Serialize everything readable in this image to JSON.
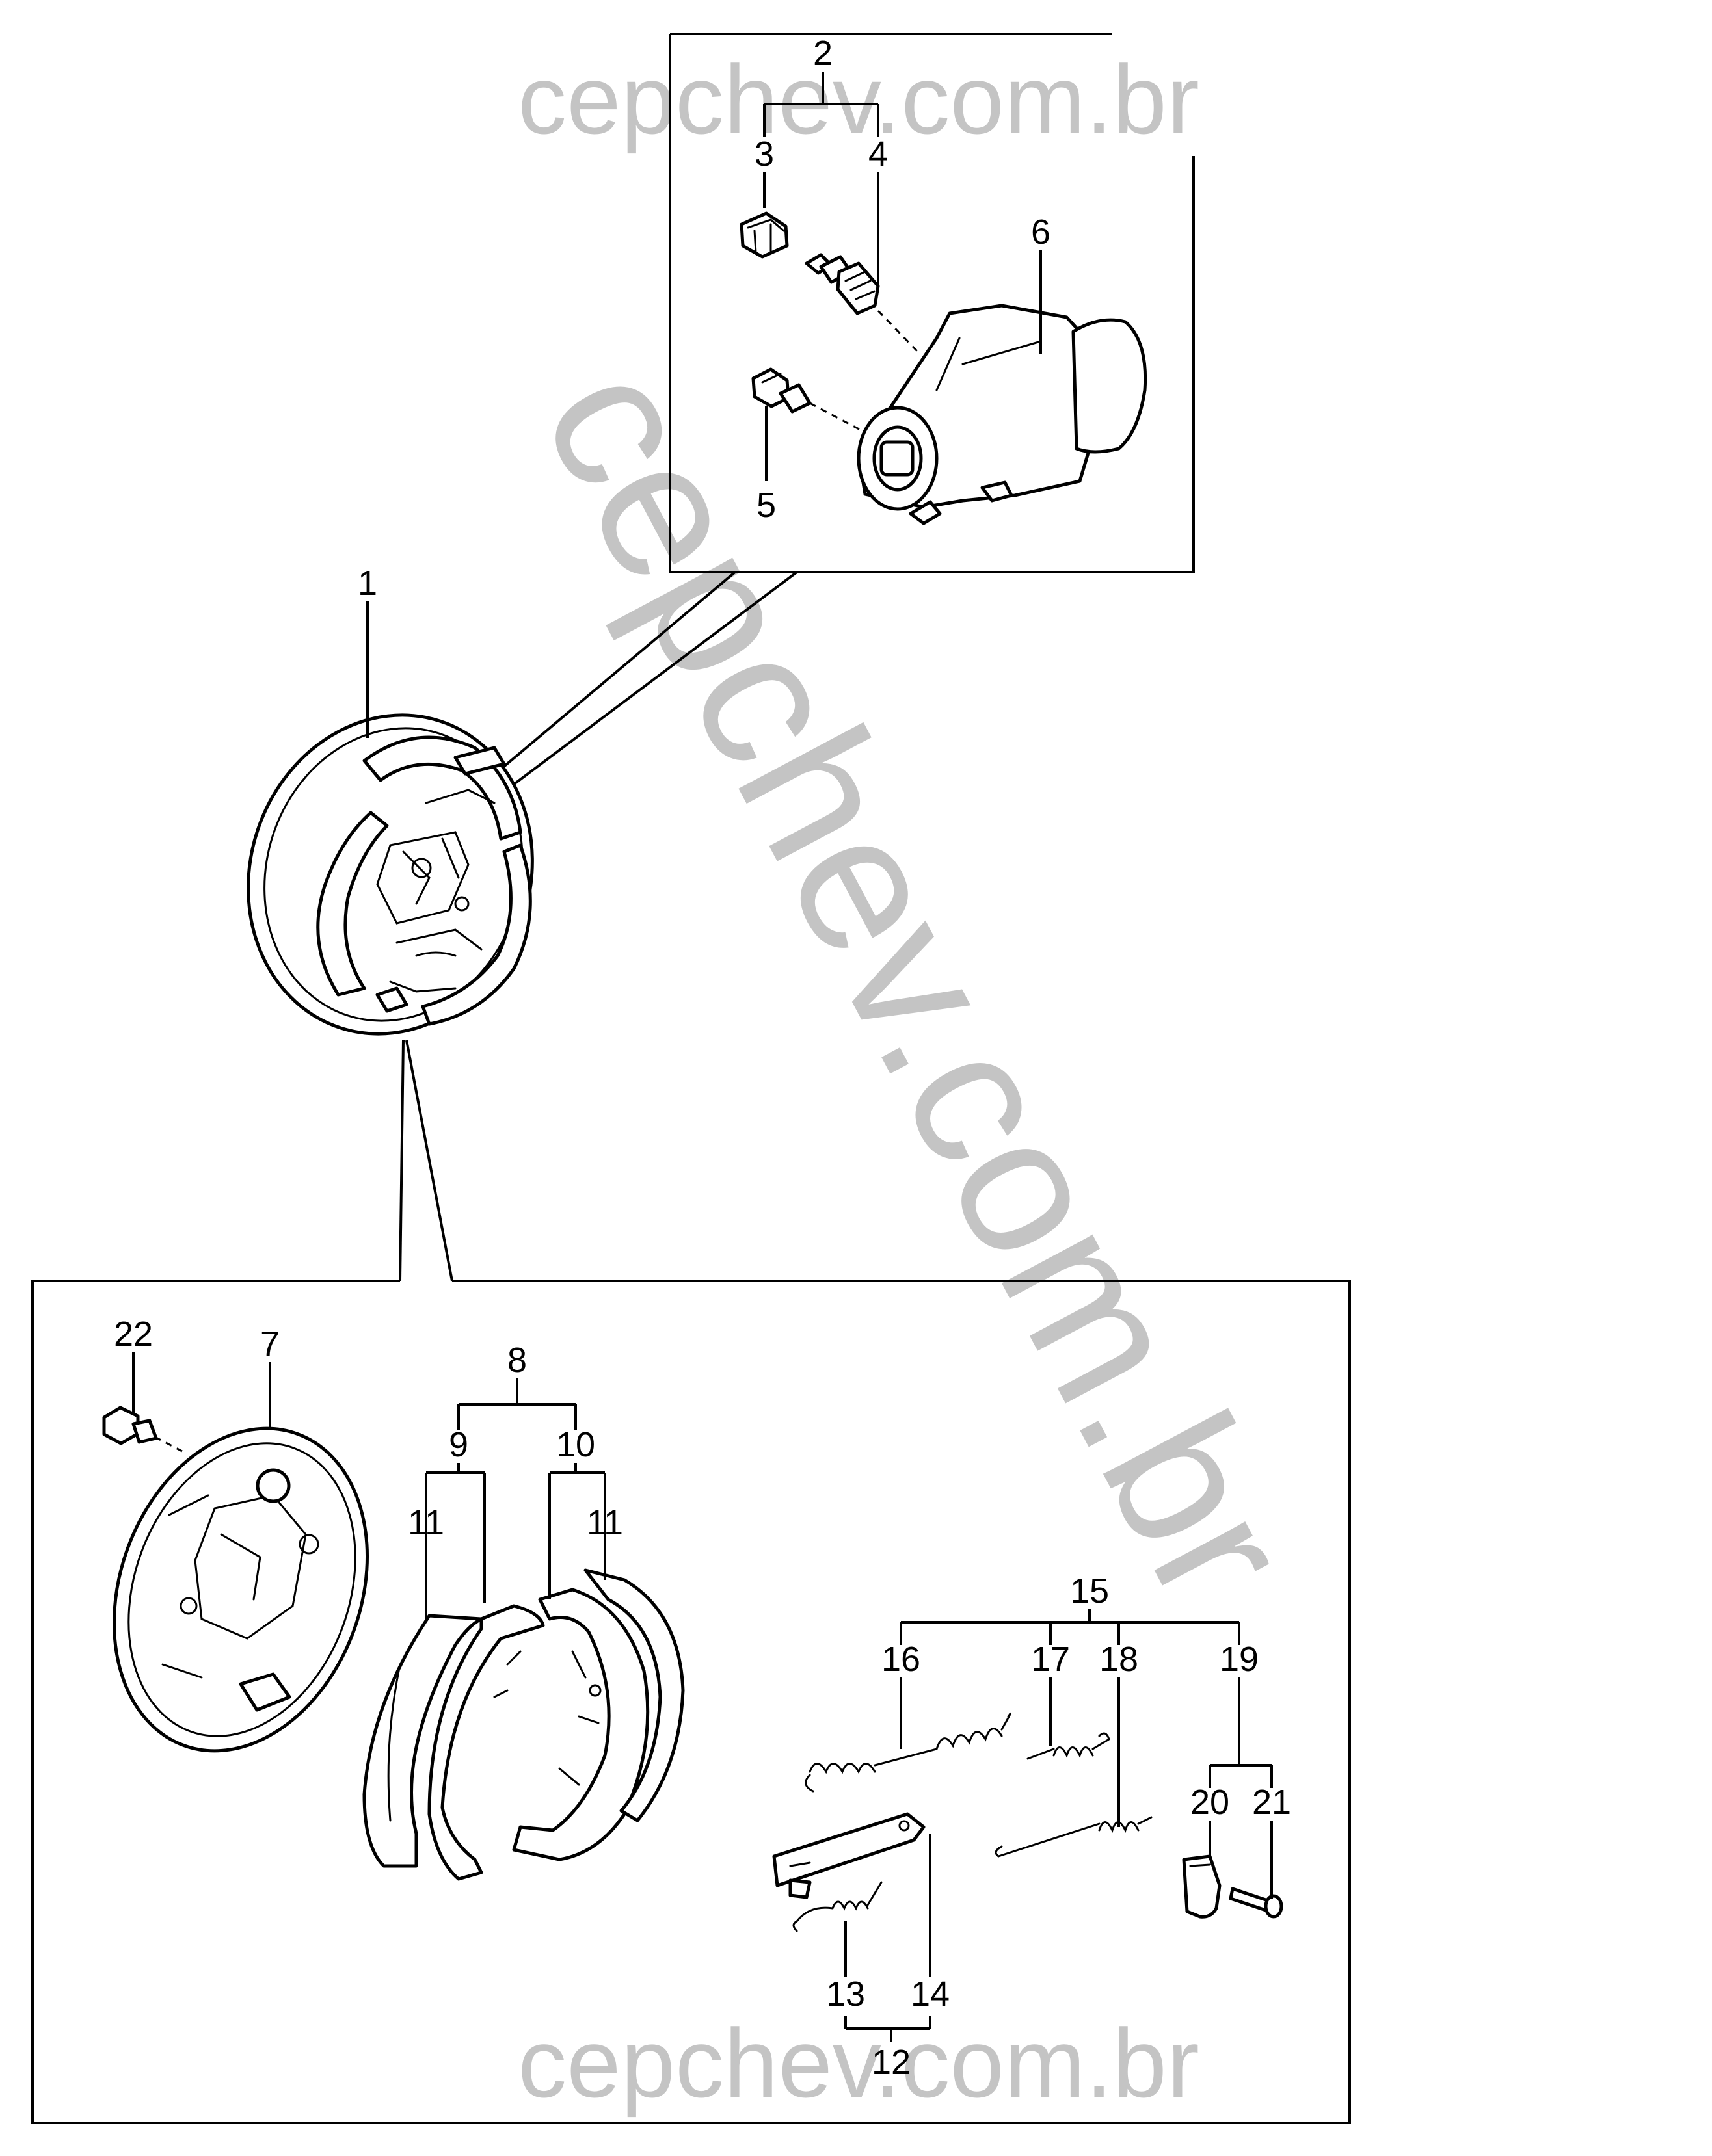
{
  "watermark": {
    "text_top": "cepchev.com.br",
    "text_diagonal": "cepchev.com.br",
    "text_bottom": "cepchev.com.br",
    "color": "#c4c4c4"
  },
  "callouts": {
    "c1": "1",
    "c2": "2",
    "c3": "3",
    "c4": "4",
    "c5": "5",
    "c6": "6",
    "c7": "7",
    "c8": "8",
    "c9": "9",
    "c10": "10",
    "c11a": "11",
    "c11b": "11",
    "c12": "12",
    "c13": "13",
    "c14": "14",
    "c15": "15",
    "c16": "16",
    "c17": "17",
    "c18": "18",
    "c19": "19",
    "c20": "20",
    "c21": "21",
    "c22": "22"
  }
}
